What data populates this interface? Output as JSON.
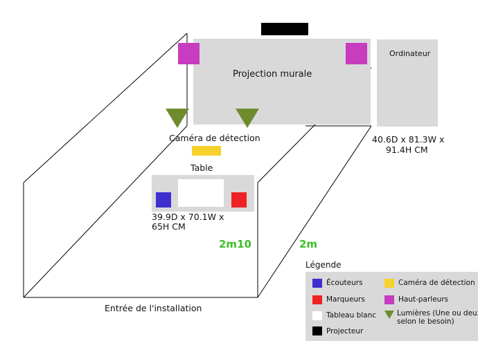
{
  "labels": {
    "projection": "Projection murale",
    "computer": "Ordinateur",
    "computer_dims": [
      "40.6D x 81.3W x",
      "91.4H CM"
    ],
    "camera": "Caméra de détection",
    "table": "Table",
    "table_dims": [
      "39.9D x 70.1W x",
      "65H CM"
    ],
    "depth": "2m10",
    "width": "2m",
    "entrance": "Entrée de l'installation"
  },
  "legend": {
    "title": "Légende",
    "items": [
      {
        "label": "Écouteurs",
        "color": "#3f2fd0",
        "shape": "square"
      },
      {
        "label": "Marqueurs",
        "color": "#ee2222",
        "shape": "square"
      },
      {
        "label": "Tableau blanc",
        "color": "#ffffff",
        "shape": "square"
      },
      {
        "label": "Projecteur",
        "color": "#000000",
        "shape": "square"
      },
      {
        "label": "Caméra de détection",
        "color": "#f5d12e",
        "shape": "square"
      },
      {
        "label": "Haut-parleurs",
        "color": "#c83cc0",
        "shape": "square"
      },
      {
        "label": "Lumières (Une ou deux selon le besoin)",
        "lines": [
          "Lumières (Une ou deux",
          "selon le besoin)"
        ],
        "color": "#6e8c2e",
        "shape": "triangle"
      }
    ]
  },
  "colors": {
    "projector": "#000000",
    "speaker": "#c83cc0",
    "light": "#6e8c2e",
    "camera": "#f5d12e",
    "headphones": "#3f2fd0",
    "markers": "#ee2222",
    "whiteboard": "#ffffff",
    "panel": "#d9d9d9",
    "dimension_text": "#3fbf2a"
  }
}
